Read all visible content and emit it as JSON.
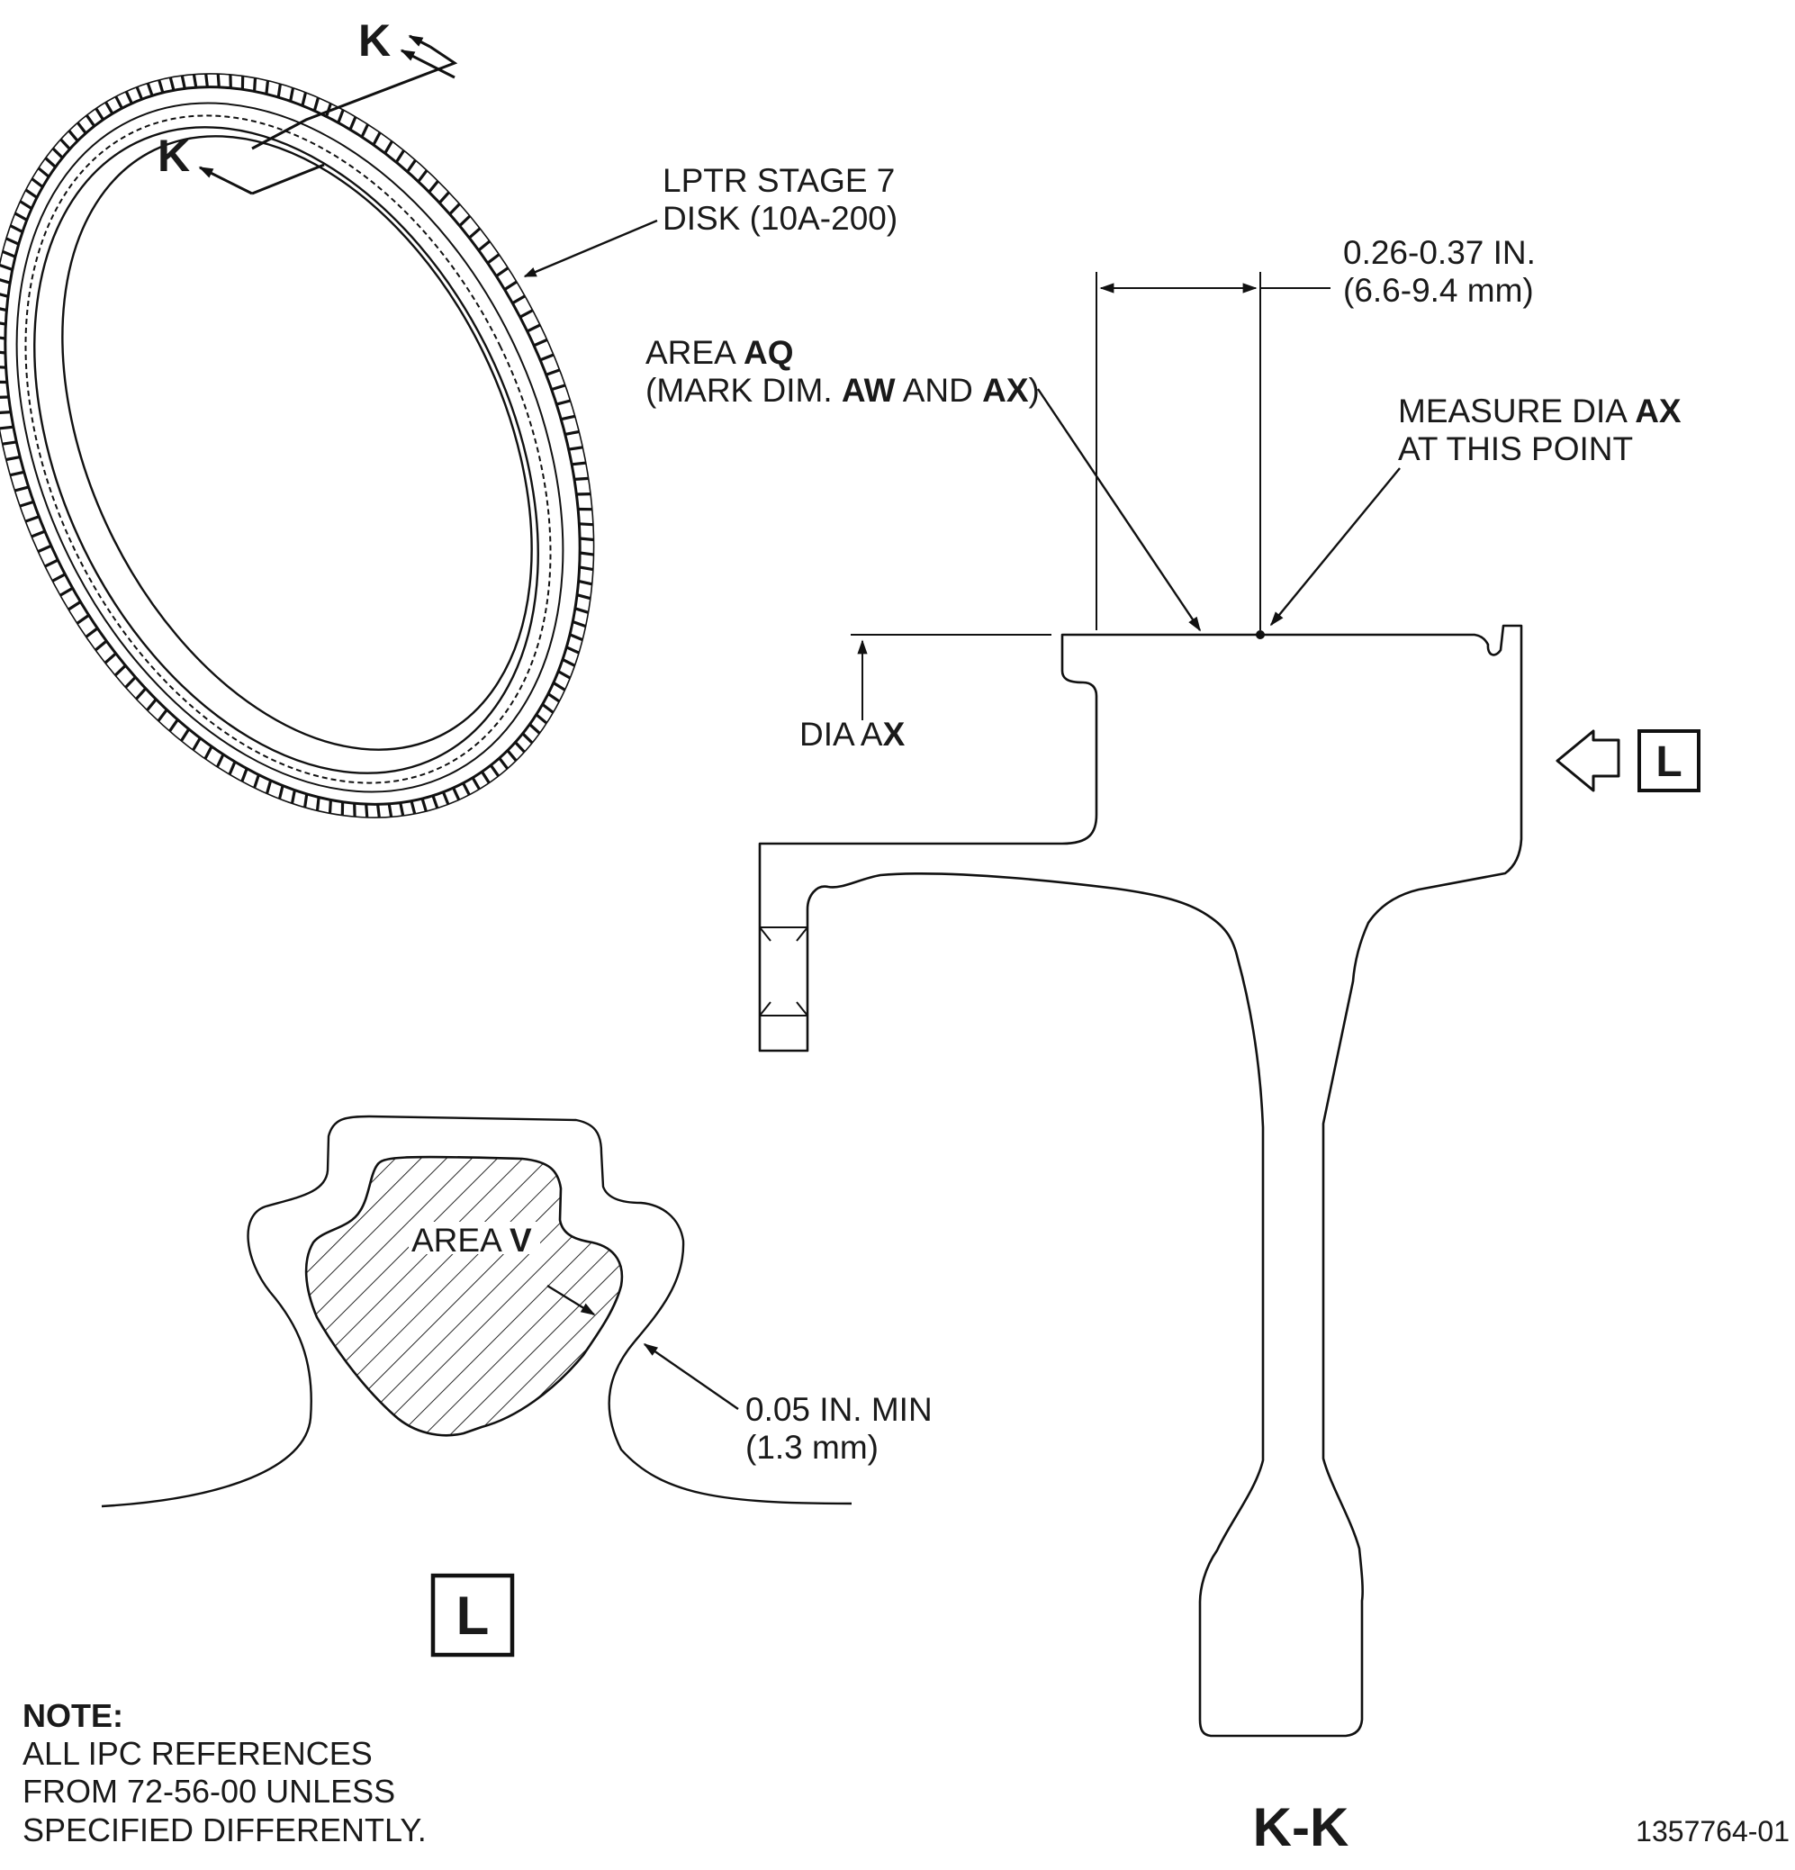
{
  "section_marks": {
    "k_top": "K",
    "k_bottom": "K"
  },
  "labels": {
    "disk_line1": "LPTR STAGE 7",
    "disk_line2": "DISK (10A-200)",
    "dim_in": "0.26-0.37 IN.",
    "dim_mm": "(6.6-9.4 mm)",
    "area_aq_prefix": "AREA ",
    "area_aq_code": "AQ",
    "mark_dim_prefix": "(MARK DIM. ",
    "mark_dim_aw": "AW",
    "mark_dim_and": " AND ",
    "mark_dim_ax": "AX",
    "mark_dim_close": ")",
    "measure_prefix": "MEASURE DIA ",
    "measure_code": "AX",
    "measure_line2": "AT THIS POINT",
    "dia_prefix": "DIA A",
    "dia_code": "X",
    "view_l_box": "L",
    "area_v_prefix": "AREA ",
    "area_v_code": "V",
    "min_in": "0.05 IN. MIN",
    "min_mm": "(1.3 mm)",
    "view_l_title": "L",
    "section_title": "K-K",
    "note_title": "NOTE:",
    "note_line1": "ALL IPC REFERENCES",
    "note_line2": "FROM 72-56-00 UNLESS",
    "note_line3": "SPECIFIED DIFFERENTLY.",
    "figure_id": "1357764-01"
  }
}
